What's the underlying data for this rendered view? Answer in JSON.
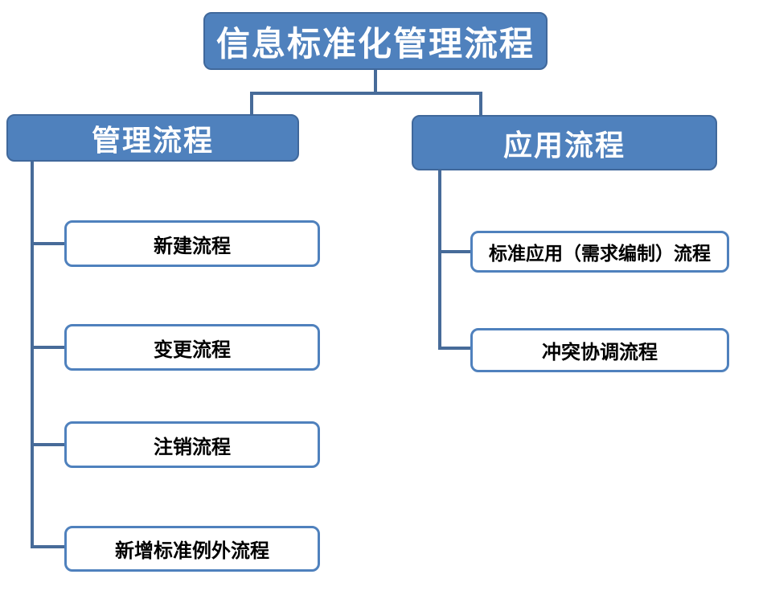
{
  "diagram": {
    "type": "hierarchy",
    "root": {
      "label": "信息标准化管理流程"
    },
    "branches": [
      {
        "label": "管理流程",
        "children": [
          {
            "label": "新建流程"
          },
          {
            "label": "变更流程"
          },
          {
            "label": "注销流程"
          },
          {
            "label": "新增标准例外流程"
          }
        ]
      },
      {
        "label": "应用流程",
        "children": [
          {
            "label": "标准应用（需求编制）流程"
          },
          {
            "label": "冲突协调流程"
          }
        ]
      }
    ],
    "colors": {
      "node_fill": "#4f81bd",
      "node_border": "#40689b",
      "node_text": "#ffffff",
      "leaf_fill": "#ffffff",
      "leaf_border": "#4f81bd",
      "leaf_text": "#000000",
      "connector": "#476b99",
      "background": "#ffffff"
    }
  }
}
